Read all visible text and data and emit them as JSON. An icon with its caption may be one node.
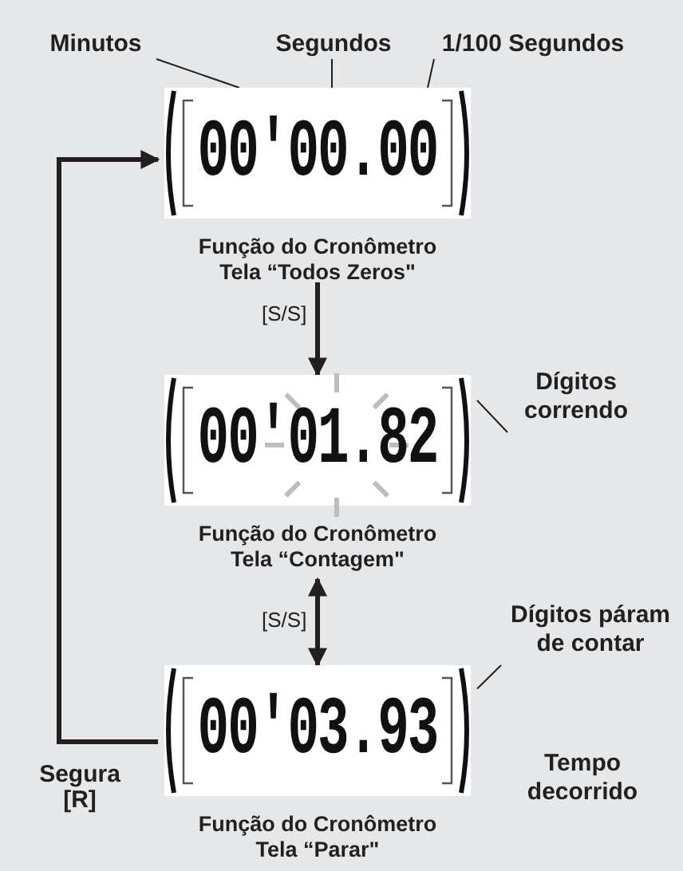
{
  "diagram": {
    "nodes": [
      {
        "text": [
          "Minutos"
        ]
      },
      {
        "text": [
          "Segundos"
        ]
      },
      {
        "text": [
          "1/100 Segundos"
        ]
      },
      {
        "text": [
          "00'00.00"
        ],
        "beside": [
          "Função do Cronômetro Tela “Todos Zeros\""
        ]
      },
      {
        "text": [
          "00'01.82"
        ],
        "beside": [
          "Função do Cronômetro Tela “Contagem\""
        ]
      },
      {
        "text": [
          "Dígitos correndo"
        ]
      },
      {
        "text": [
          "00'03.93"
        ],
        "beside": [
          "Função do Cronômetro Tela “Parar\""
        ]
      },
      {
        "text": [
          "Dígitos páram de contar"
        ]
      }
    ],
    "edges": [
      {
        "from": 0,
        "to": 3,
        "arrow": "none"
      },
      {
        "from": 1,
        "to": 3,
        "arrow": "none"
      },
      {
        "from": 2,
        "to": 3,
        "arrow": "none"
      },
      {
        "from": 3,
        "to": 4,
        "arrow": "to",
        "label": "[S/S]",
        "style": "thick"
      },
      {
        "from": 4,
        "to": 6,
        "arrow": "both",
        "label": "[S/S]",
        "style": "thick"
      },
      {
        "from": 6,
        "to": 3,
        "arrow": "to",
        "label": "Segura [**R**]",
        "style": "thick"
      },
      {
        "from": 5,
        "to": 4,
        "arrow": "none"
      },
      {
        "from": 7,
        "to": 6,
        "arrow": "none"
      }
    ],
    "labels": [
      "Tempo decorrido"
    ]
  }
}
